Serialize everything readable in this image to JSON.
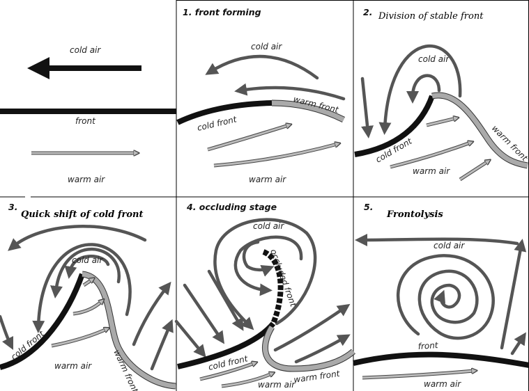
{
  "panels": [
    {
      "labels": {
        "cold_air": "cold air",
        "front": "front",
        "warm_air": "warm air"
      }
    },
    {
      "number_title": "1. front forming",
      "labels": {
        "cold_air": "cold air",
        "warm_front": "warm front",
        "cold_front": "cold front",
        "warm_air": "warm air"
      }
    },
    {
      "number": "2.",
      "title": "Division of stable front",
      "labels": {
        "cold_air": "cold air",
        "cold_front": "cold front",
        "warm_front": "warm front",
        "warm_air": "warm air"
      }
    },
    {
      "number": "3.",
      "title": "Quick shift of cold front",
      "labels": {
        "cold_air": "cold air",
        "cold_front": "cold front",
        "warm_air": "warm air",
        "warm_front": "warm front"
      }
    },
    {
      "number_title": "4. occluding stage",
      "labels": {
        "cold_air": "cold air",
        "occluded_front": "occluded front",
        "cold_front": "cold front",
        "warm_air": "warm air",
        "warm_front": "warm front"
      }
    },
    {
      "number": "5.",
      "title": "Frontolysis",
      "labels": {
        "cold_air": "cold air",
        "front": "front",
        "warm_air": "warm air"
      }
    }
  ],
  "colors": {
    "cold_front": "#111111",
    "warm_front": "#aaaaaa",
    "cold_air_arrow": "#555555",
    "warm_air_arrow": "#bbbbbb"
  }
}
